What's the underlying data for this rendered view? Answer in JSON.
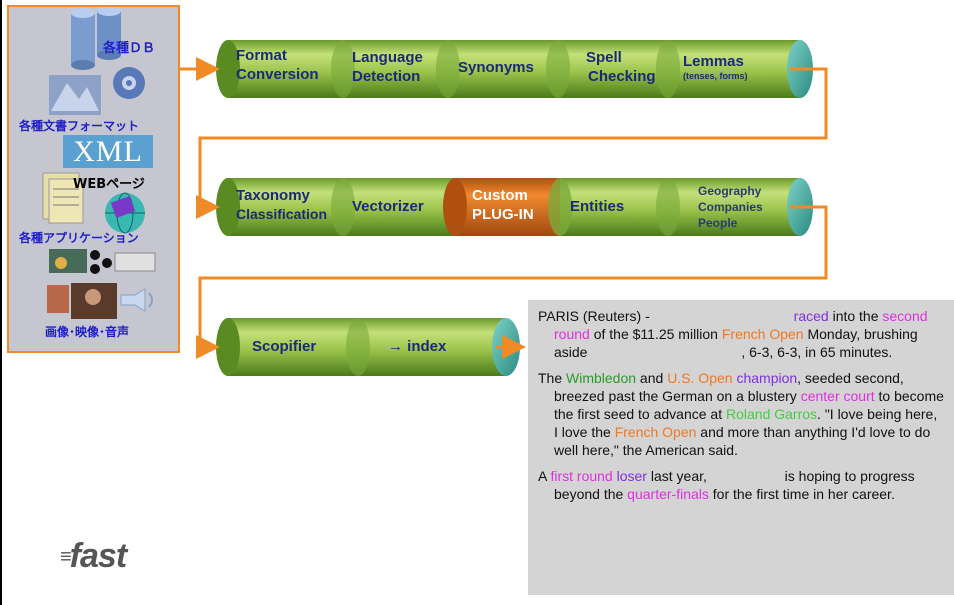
{
  "sources": {
    "db_label": "各種ＤＢ",
    "doc_format_label": "各種文書フォーマット",
    "xml_label": "XML",
    "web_label": "WEBページ",
    "apps_label": "各種アプリケーション",
    "media_label": "画像･映像･音声"
  },
  "pipeline": {
    "row1": {
      "format": [
        "Format",
        "Conversion"
      ],
      "language": [
        "Language",
        "Detection"
      ],
      "synonyms": "Synonyms",
      "spell": [
        "Spell",
        "Checking"
      ],
      "lemmas": "Lemmas",
      "lemmas_sub": "(tenses, forms)"
    },
    "row2": {
      "taxonomy": [
        "Taxonomy",
        "Classification"
      ],
      "vectorizer": "Vectorizer",
      "custom": [
        "Custom",
        "PLUG-IN"
      ],
      "entities": "Entities",
      "entity_types": [
        "Geography",
        "Companies",
        "People"
      ]
    },
    "row3": {
      "scopifier": "Scopifier",
      "index": "→ index"
    }
  },
  "news": {
    "p1": {
      "a": "PARIS (Reuters) - ",
      "b": "raced",
      "c": " into the ",
      "d": "second round",
      "e": " of the $11.25 million ",
      "f": "French Open",
      "g": " Monday, brushing aside ",
      "h": ", 6-3, 6-3, in 65 minutes."
    },
    "p2": {
      "a": "The ",
      "b": "Wimbledon",
      "c": " and ",
      "d": "U.S. Open",
      "e": " ",
      "f": "champion",
      "g": ", seeded second, breezed past the German on a blustery ",
      "h": "center court",
      "i": " to become the first seed to advance at ",
      "j": "Roland Garros",
      "k": ". \"I love being here, I love the ",
      "l": "French Open",
      "m": " and more than anything I'd love to do well here,\" the American said."
    },
    "p3": {
      "a": "A ",
      "b": "first round",
      "c": " ",
      "d": "loser",
      "e": " last year, ",
      "f": " is hoping to progress beyond the ",
      "g": "quarter-finals",
      "h": " for the first time in her career."
    }
  },
  "logo": "fast",
  "colors": {
    "arrow": "#f08a24",
    "cylinder_green": "#8cbc3c",
    "cylinder_plugin": "#d86a1a",
    "panel_gray": "#d4d4d4"
  }
}
